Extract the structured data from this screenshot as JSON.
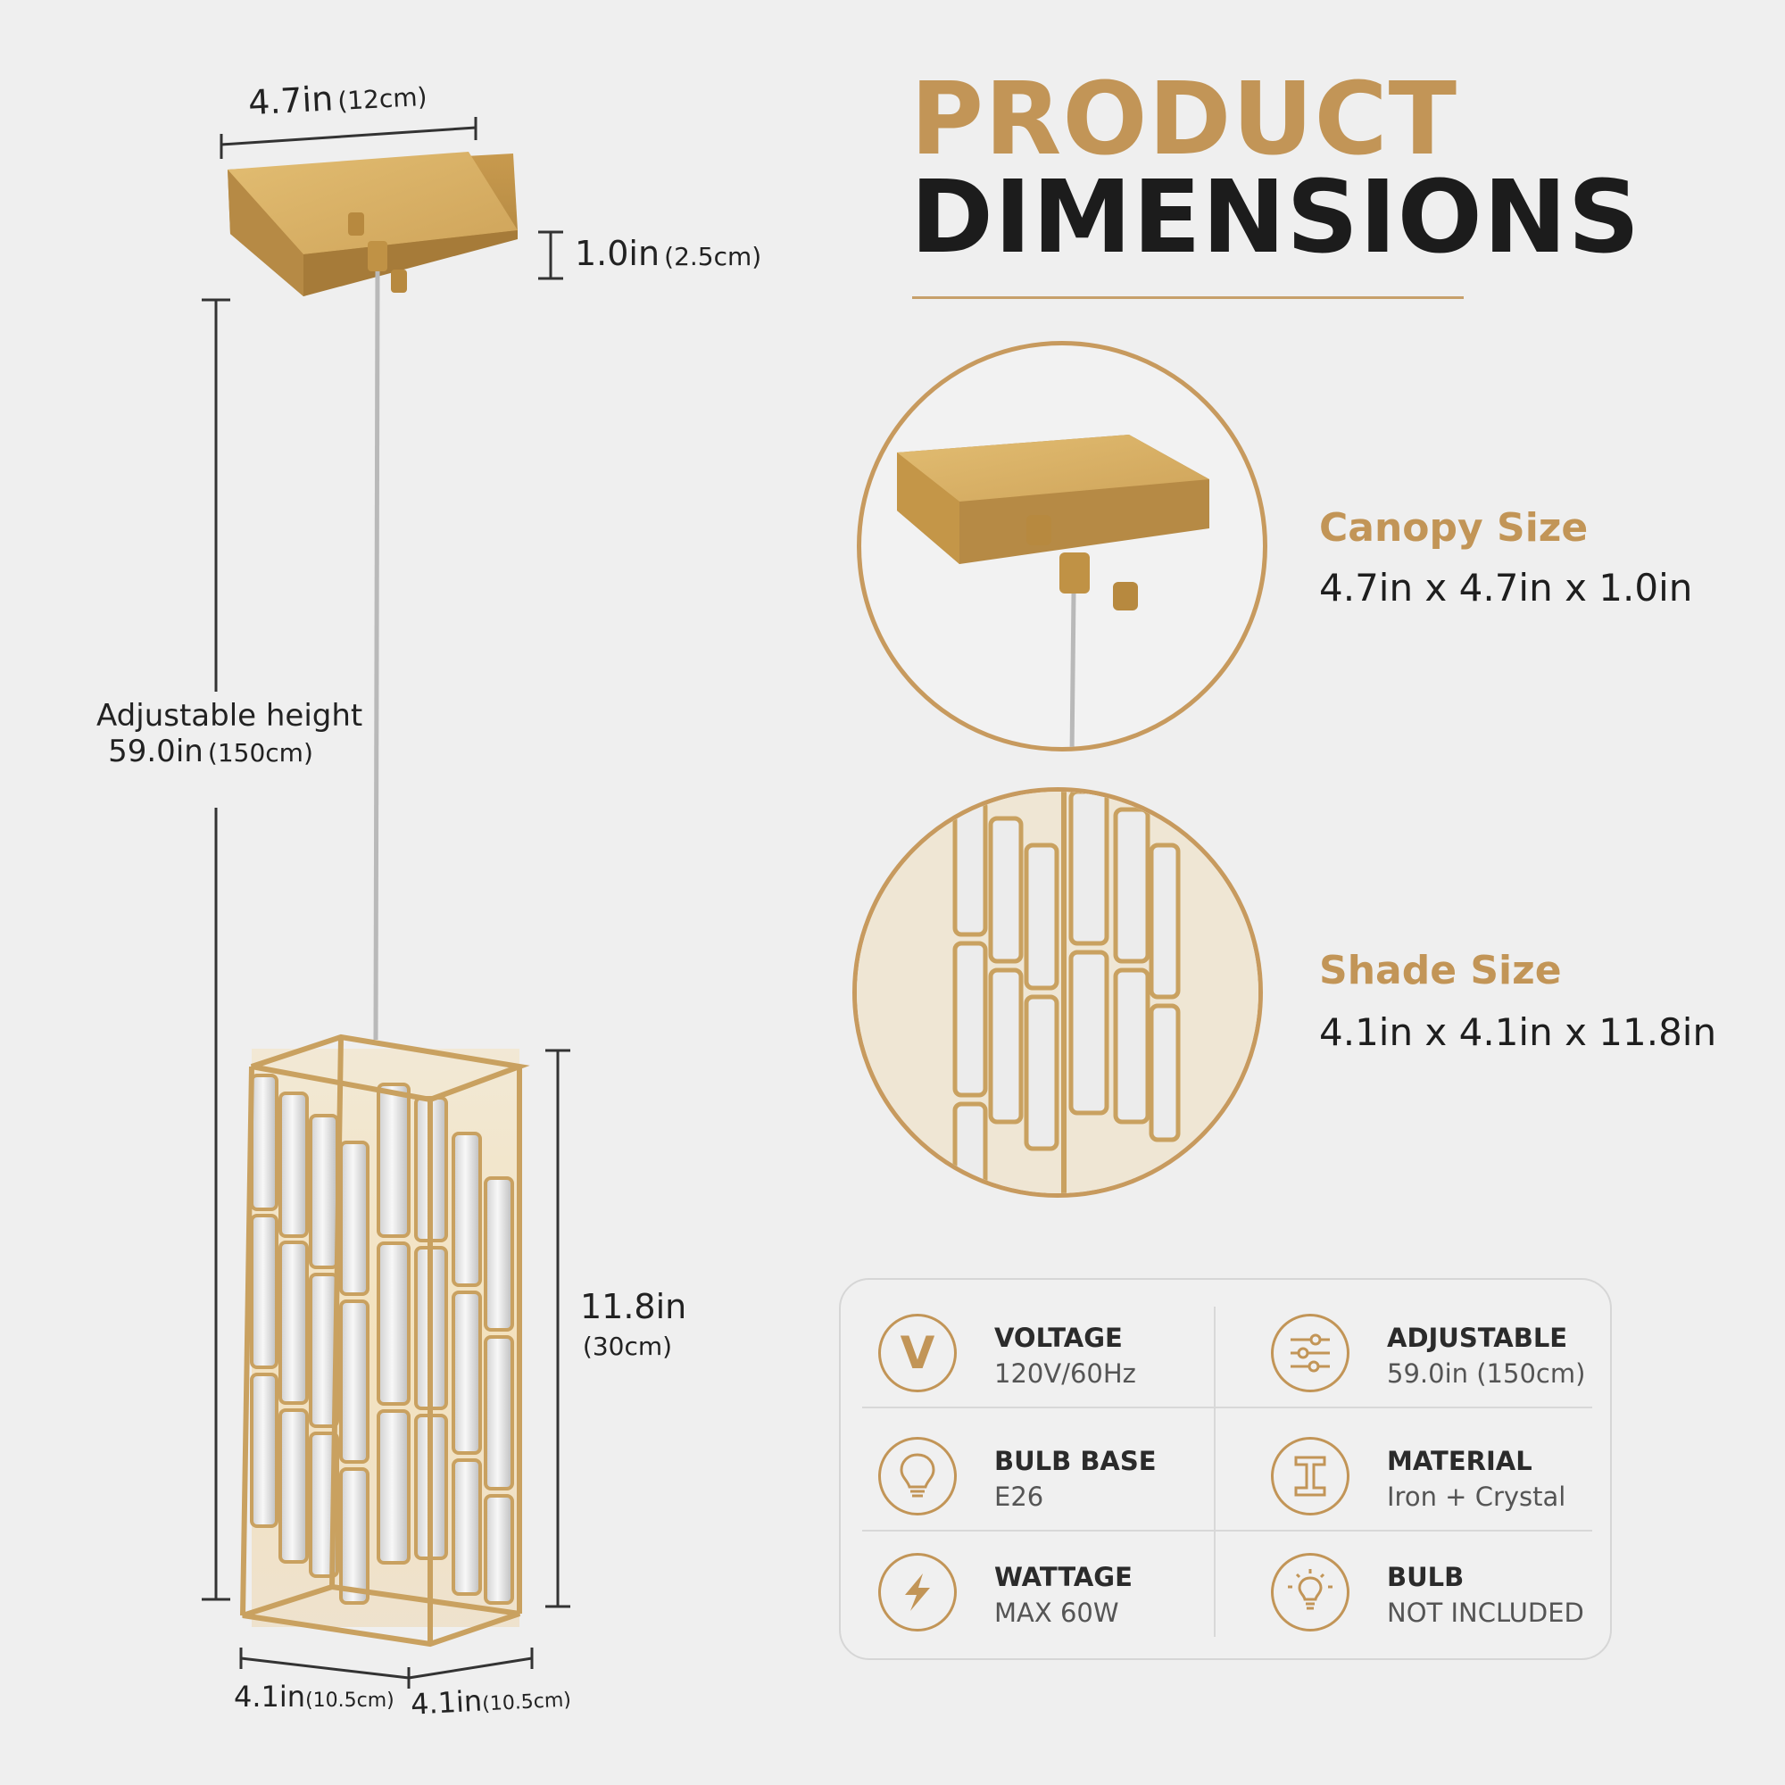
{
  "header": {
    "title_line1": "PRODUCT",
    "title_line2": "DIMENSIONS"
  },
  "dimensions": {
    "canopy_width": {
      "imperial": "4.7in",
      "metric": "(12cm)"
    },
    "canopy_height": {
      "imperial": "1.0in",
      "metric": "(2.5cm)"
    },
    "adjustable": {
      "label": "Adjustable height",
      "imperial": "59.0in",
      "metric": "(150cm)"
    },
    "shade_height": {
      "imperial": "11.8in",
      "metric": "(30cm)"
    },
    "shade_width": {
      "imperial": "4.1in",
      "metric": "(10.5cm)"
    },
    "shade_depth": {
      "imperial": "4.1in",
      "metric": "(10.5cm)"
    }
  },
  "details": {
    "canopy": {
      "title": "Canopy Size",
      "value": "4.7in x 4.7in x 1.0in"
    },
    "shade": {
      "title": "Shade Size",
      "value": "4.1in x 4.1in x 11.8in"
    }
  },
  "specs": [
    {
      "icon": "voltage-icon",
      "label": "VOLTAGE",
      "value": "120V/60Hz"
    },
    {
      "icon": "sliders-icon",
      "label": "ADJUSTABLE",
      "value": "59.0in (150cm)"
    },
    {
      "icon": "bulb-icon",
      "label": "BULB BASE",
      "value": "E26"
    },
    {
      "icon": "i-beam-icon",
      "label": "MATERIAL",
      "value": "Iron + Crystal"
    },
    {
      "icon": "lightning-icon",
      "label": "WATTAGE",
      "value": "MAX 60W"
    },
    {
      "icon": "bulb-glow-icon",
      "label": "BULB",
      "value": "NOT INCLUDED"
    }
  ],
  "colors": {
    "gold": "#c29557",
    "dark": "#1c1c1c",
    "background": "#efefef"
  }
}
